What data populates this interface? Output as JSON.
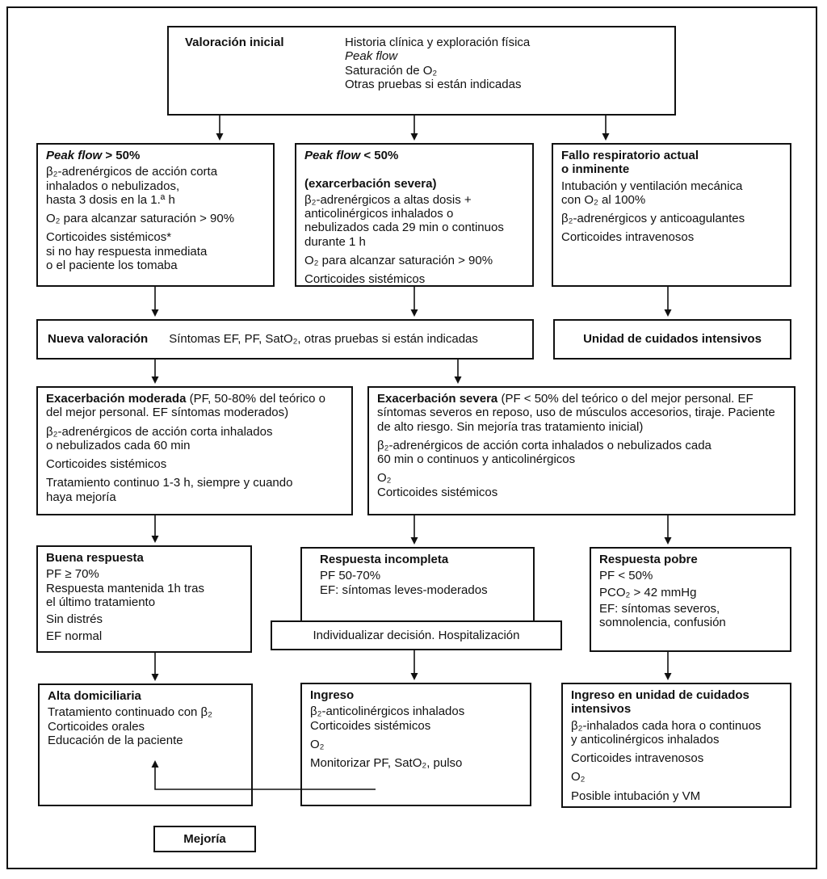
{
  "nodes": {
    "valoracion_inicial": {
      "title": "Valoración inicial",
      "lines": [
        "Historia clínica y exploración física",
        "Peak flow",
        "Saturación de O₂",
        "Otras pruebas si están indicadas"
      ]
    },
    "peakflow_gt50": {
      "title_italic": "Peak flow",
      "title_rest": " > 50%",
      "paragraphs": [
        "β₂-adrenérgicos de acción corta\ninhalados o nebulizados,\nhasta 3 dosis en la 1.ª h",
        "O₂ para alcanzar saturación > 90%",
        "Corticoides sistémicos*\nsi no hay respuesta inmediata\no el paciente los tomaba"
      ]
    },
    "peakflow_lt50": {
      "title_italic": "Peak flow",
      "title_rest": " < 50%",
      "title_line2": "(exarcerbación severa)",
      "paragraphs": [
        "β₂-adrenérgicos a altas dosis +\nanticolinérgicos inhalados o\nnebulizados cada 29 min o continuos\ndurante 1 h",
        "O₂ para alcanzar saturación > 90%",
        "Corticoides sistémicos"
      ]
    },
    "fallo_respiratorio": {
      "title": "Fallo respiratorio actual\no inminente",
      "paragraphs": [
        "Intubación y ventilación mecánica\ncon O₂ al 100%",
        "β₂-adrenérgicos y anticoagulantes",
        "Corticoides intravenosos"
      ]
    },
    "nueva_valoracion": {
      "title": "Nueva valoración",
      "text": "Síntomas EF, PF, SatO₂, otras pruebas si están indicadas"
    },
    "unidad_cuidados_intensivos": {
      "title": "Unidad de cuidados intensivos"
    },
    "exacerbacion_moderada": {
      "title": "Exacerbación moderada",
      "title_suffix": " (PF, 50-80% del teórico o del mejor personal. EF síntomas moderados)",
      "paragraphs": [
        "β₂-adrenérgicos de acción corta inhalados\no nebulizados cada 60 min",
        "Corticoides sistémicos",
        "Tratamiento continuo 1-3 h, siempre y cuando\nhaya mejoría"
      ]
    },
    "exacerbacion_severa": {
      "title": "Exacerbación severa",
      "title_suffix": " (PF < 50% del teórico o del mejor personal. EF síntomas severos en reposo, uso de músculos accesorios, tiraje. Paciente de alto riesgo. Sin mejoría tras tratamiento inicial)",
      "paragraphs": [
        "β₂-adrenérgicos de acción corta inhalados o nebulizados cada\n60 min o continuos y anticolinérgicos",
        "O₂",
        "Corticoides sistémicos"
      ]
    },
    "buena_respuesta": {
      "title": "Buena respuesta",
      "paragraphs": [
        "PF ≥ 70%\nRespuesta mantenida 1h tras\nel último tratamiento",
        "Sin distrés",
        "EF normal"
      ]
    },
    "respuesta_incompleta": {
      "title": "Respuesta incompleta",
      "paragraphs": [
        "PF 50-70%",
        "EF: síntomas leves-moderados"
      ]
    },
    "respuesta_pobre": {
      "title": "Respuesta pobre",
      "paragraphs": [
        "PF < 50%",
        "PCO₂ > 42 mmHg",
        "EF: síntomas severos,\nsomnolencia, confusión"
      ]
    },
    "individualizar": {
      "text": "Individualizar decisión. Hospitalización"
    },
    "alta_domiciliaria": {
      "title": "Alta domiciliaria",
      "paragraphs": [
        "Tratamiento continuado con β₂",
        "Corticoides orales",
        "Educación de la paciente"
      ]
    },
    "ingreso": {
      "title": "Ingreso",
      "paragraphs": [
        "β₂-anticolinérgicos inhalados",
        "Corticoides sistémicos",
        "O₂",
        "Monitorizar PF, SatO₂, pulso"
      ]
    },
    "ingreso_uci": {
      "title": "Ingreso en unidad de cuidados\nintensivos",
      "paragraphs": [
        "β₂-inhalados cada hora o continuos\ny anticolinérgicos inhalados",
        "Corticoides intravenosos",
        "O₂",
        "Posible intubación y VM"
      ]
    },
    "mejoria": {
      "title": "Mejoría"
    }
  },
  "colors": {
    "line": "#111111",
    "background": "#ffffff"
  }
}
